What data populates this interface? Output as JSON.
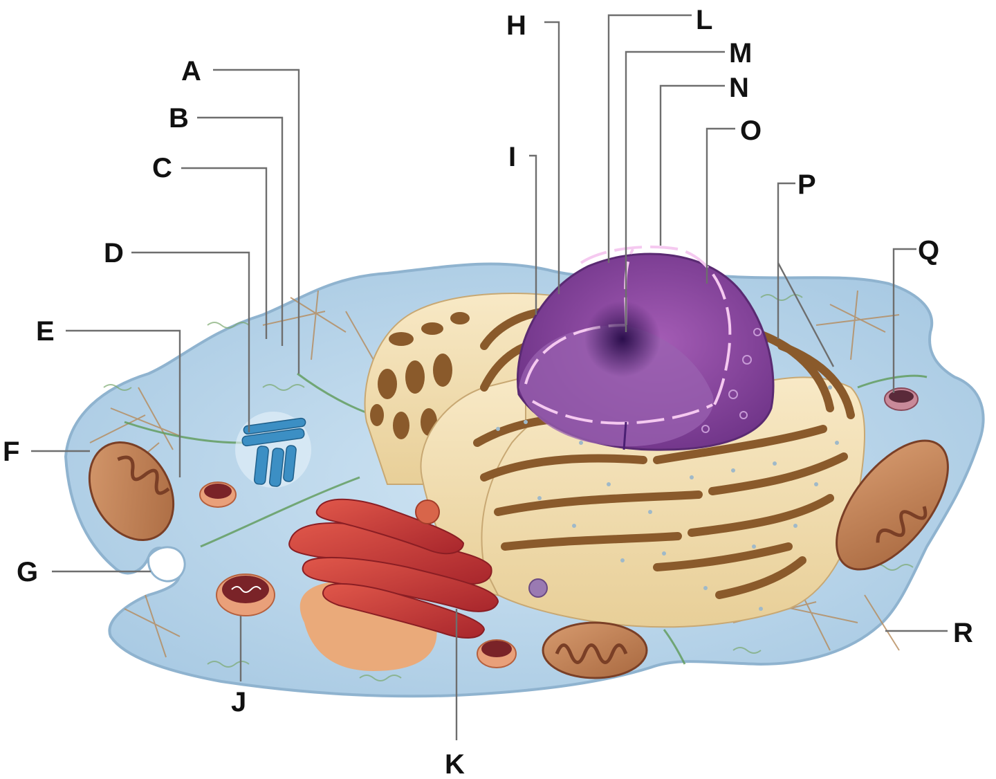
{
  "diagram": {
    "colors": {
      "cytoplasm": "#bcd8ec",
      "cytoplasm_edge": "#8fb3cf",
      "nucleus": "#8a4a9c",
      "nucleus_dark": "#3d1a5e",
      "nucleolus": "#4a1f72",
      "er": "#f3dfb0",
      "er_lumen": "#8a5a2b",
      "golgi": "#c8383a",
      "golgi_light": "#e99a7a",
      "mitochondria": "#c98a5e",
      "mito_inner": "#7a3f26",
      "centrosome": "#3c8fc4",
      "lysosome": "#e9a07a",
      "filament": "#7aa86e",
      "fiber": "#b58a5a"
    },
    "labels": {
      "A": "A",
      "B": "B",
      "C": "C",
      "D": "D",
      "E": "E",
      "F": "F",
      "G": "G",
      "H": "H",
      "I": "I",
      "J": "J",
      "K": "K",
      "L": "L",
      "M": "M",
      "N": "N",
      "O": "O",
      "P": "P",
      "Q": "Q",
      "R": "R"
    }
  }
}
